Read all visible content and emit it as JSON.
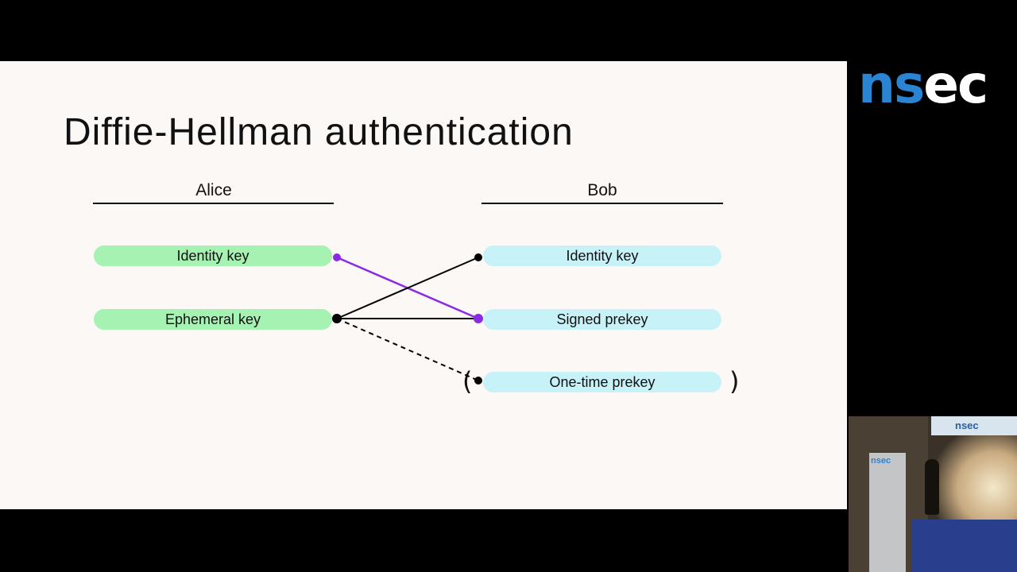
{
  "slide": {
    "title": "Diffie-Hellman authentication",
    "alice_heading": "Alice",
    "bob_heading": "Bob",
    "alice_keys": [
      "Identity key",
      "Ephemeral key"
    ],
    "bob_keys": [
      "Identity key",
      "Signed prekey",
      "One-time prekey"
    ],
    "optional_open": "(",
    "optional_close": ")",
    "colors": {
      "alice_pill": "#a6f2b2",
      "bob_pill": "#c7f2f8",
      "purple_link": "#8a2be2",
      "black_link": "#000000"
    }
  },
  "logo": {
    "text_blue": "ns",
    "text_white": "ec"
  },
  "camera_feed": {
    "banner_text": "nsec",
    "podium_logo": "nsec"
  }
}
